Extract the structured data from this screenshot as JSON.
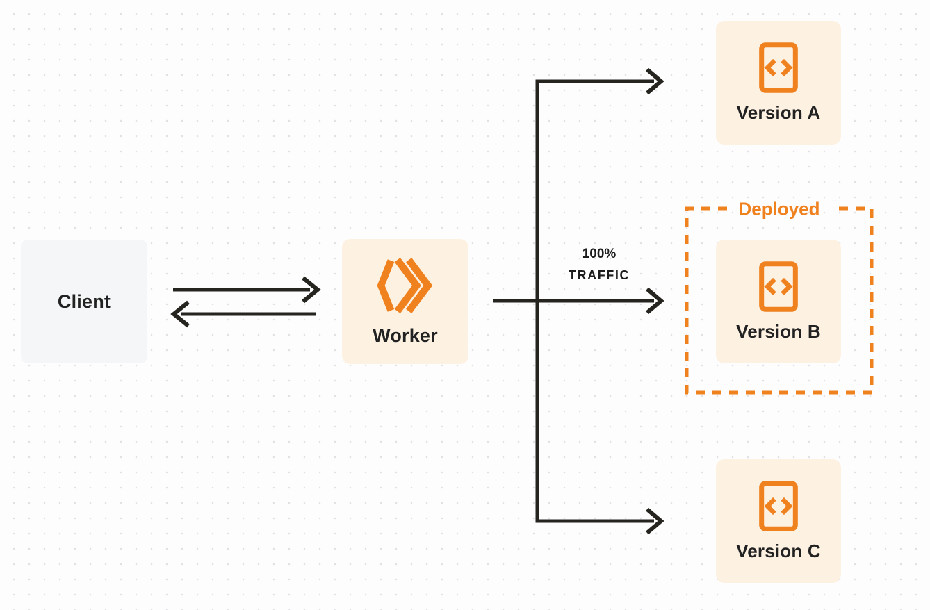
{
  "colors": {
    "accent_orange": "#F0811F",
    "connector_dark": "#26241F",
    "node_cream_fill": "#FDF1E2",
    "client_fill": "#F5F6F7",
    "background": "#FDFDFD",
    "dot_grid": "#E2E2E4",
    "text_dark": "#222222"
  },
  "nodes": {
    "client": {
      "label": "Client"
    },
    "worker": {
      "label": "Worker",
      "icon": "workers-double-chevron-icon"
    },
    "version_a": {
      "label": "Version A",
      "icon": "code-file-icon"
    },
    "version_b": {
      "label": "Version B",
      "icon": "code-file-icon"
    },
    "version_c": {
      "label": "Version C",
      "icon": "code-file-icon"
    }
  },
  "annotations": {
    "deployed_label": "Deployed",
    "traffic_percent": "100%",
    "traffic_word": "TRAFFIC"
  },
  "edges": [
    {
      "from": "client",
      "to": "worker",
      "style": "solid-arrow-right"
    },
    {
      "from": "worker",
      "to": "client",
      "style": "solid-arrow-left"
    },
    {
      "from": "worker",
      "to": "version_a",
      "style": "solid-arrow"
    },
    {
      "from": "worker",
      "to": "version_b",
      "style": "solid-arrow",
      "label": "100% TRAFFIC"
    },
    {
      "from": "worker",
      "to": "version_c",
      "style": "solid-arrow"
    }
  ],
  "groups": [
    {
      "label": "Deployed",
      "contains": [
        "version_b"
      ],
      "style": "orange-dashed-box"
    }
  ]
}
